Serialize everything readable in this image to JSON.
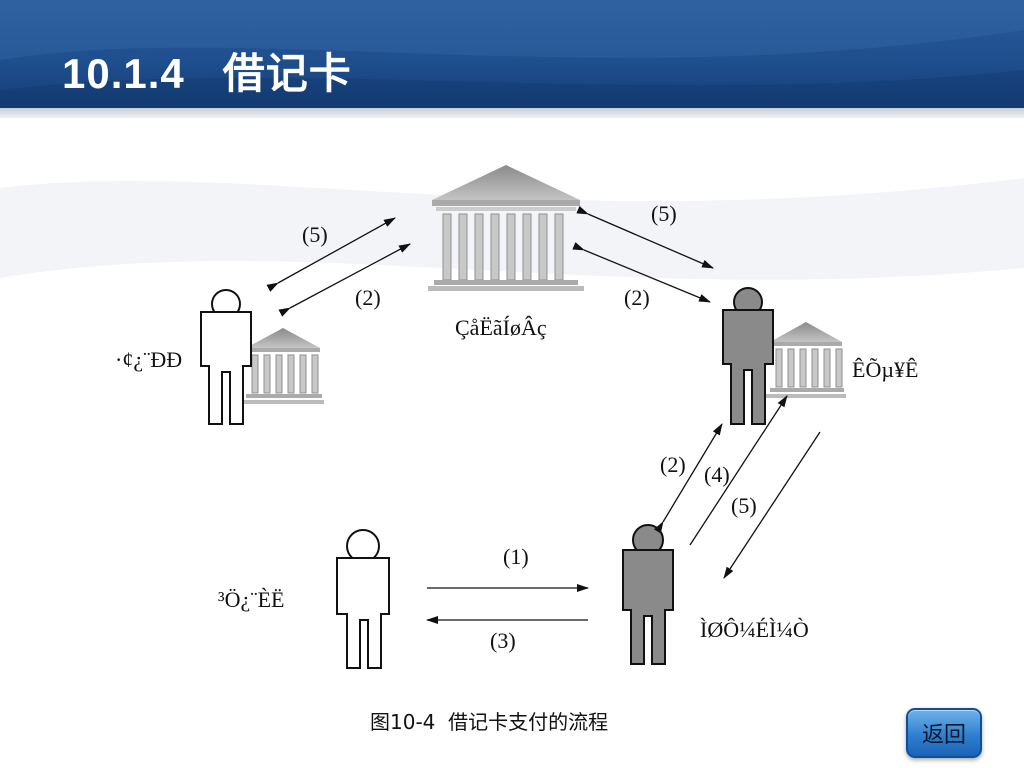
{
  "slide": {
    "title": "10.1.4   借记卡",
    "caption": "图10-4  借记卡支付的流程",
    "back_label": "返回"
  },
  "diagram": {
    "nodes": {
      "clearing_center": "ÇåËãÍøÂç",
      "issuing_bank": "·¢¿¨ÐÐ",
      "acquiring_bank": "ÊÕµ¥Ê",
      "cardholder": "³Ö¿¨ÈË",
      "merchant": "ÌØÔ¼ÉÌ¼Ò"
    },
    "steps": {
      "issuer_top": "(5)",
      "issuer_bottom": "(2)",
      "acquirer_top": "(5)",
      "acquirer_bottom": "(2)",
      "merchant_up_2": "(2)",
      "merchant_up_4": "(4)",
      "merchant_down_5": "(5)",
      "cardholder_to_merchant": "(1)",
      "merchant_to_cardholder": "(3)"
    }
  }
}
